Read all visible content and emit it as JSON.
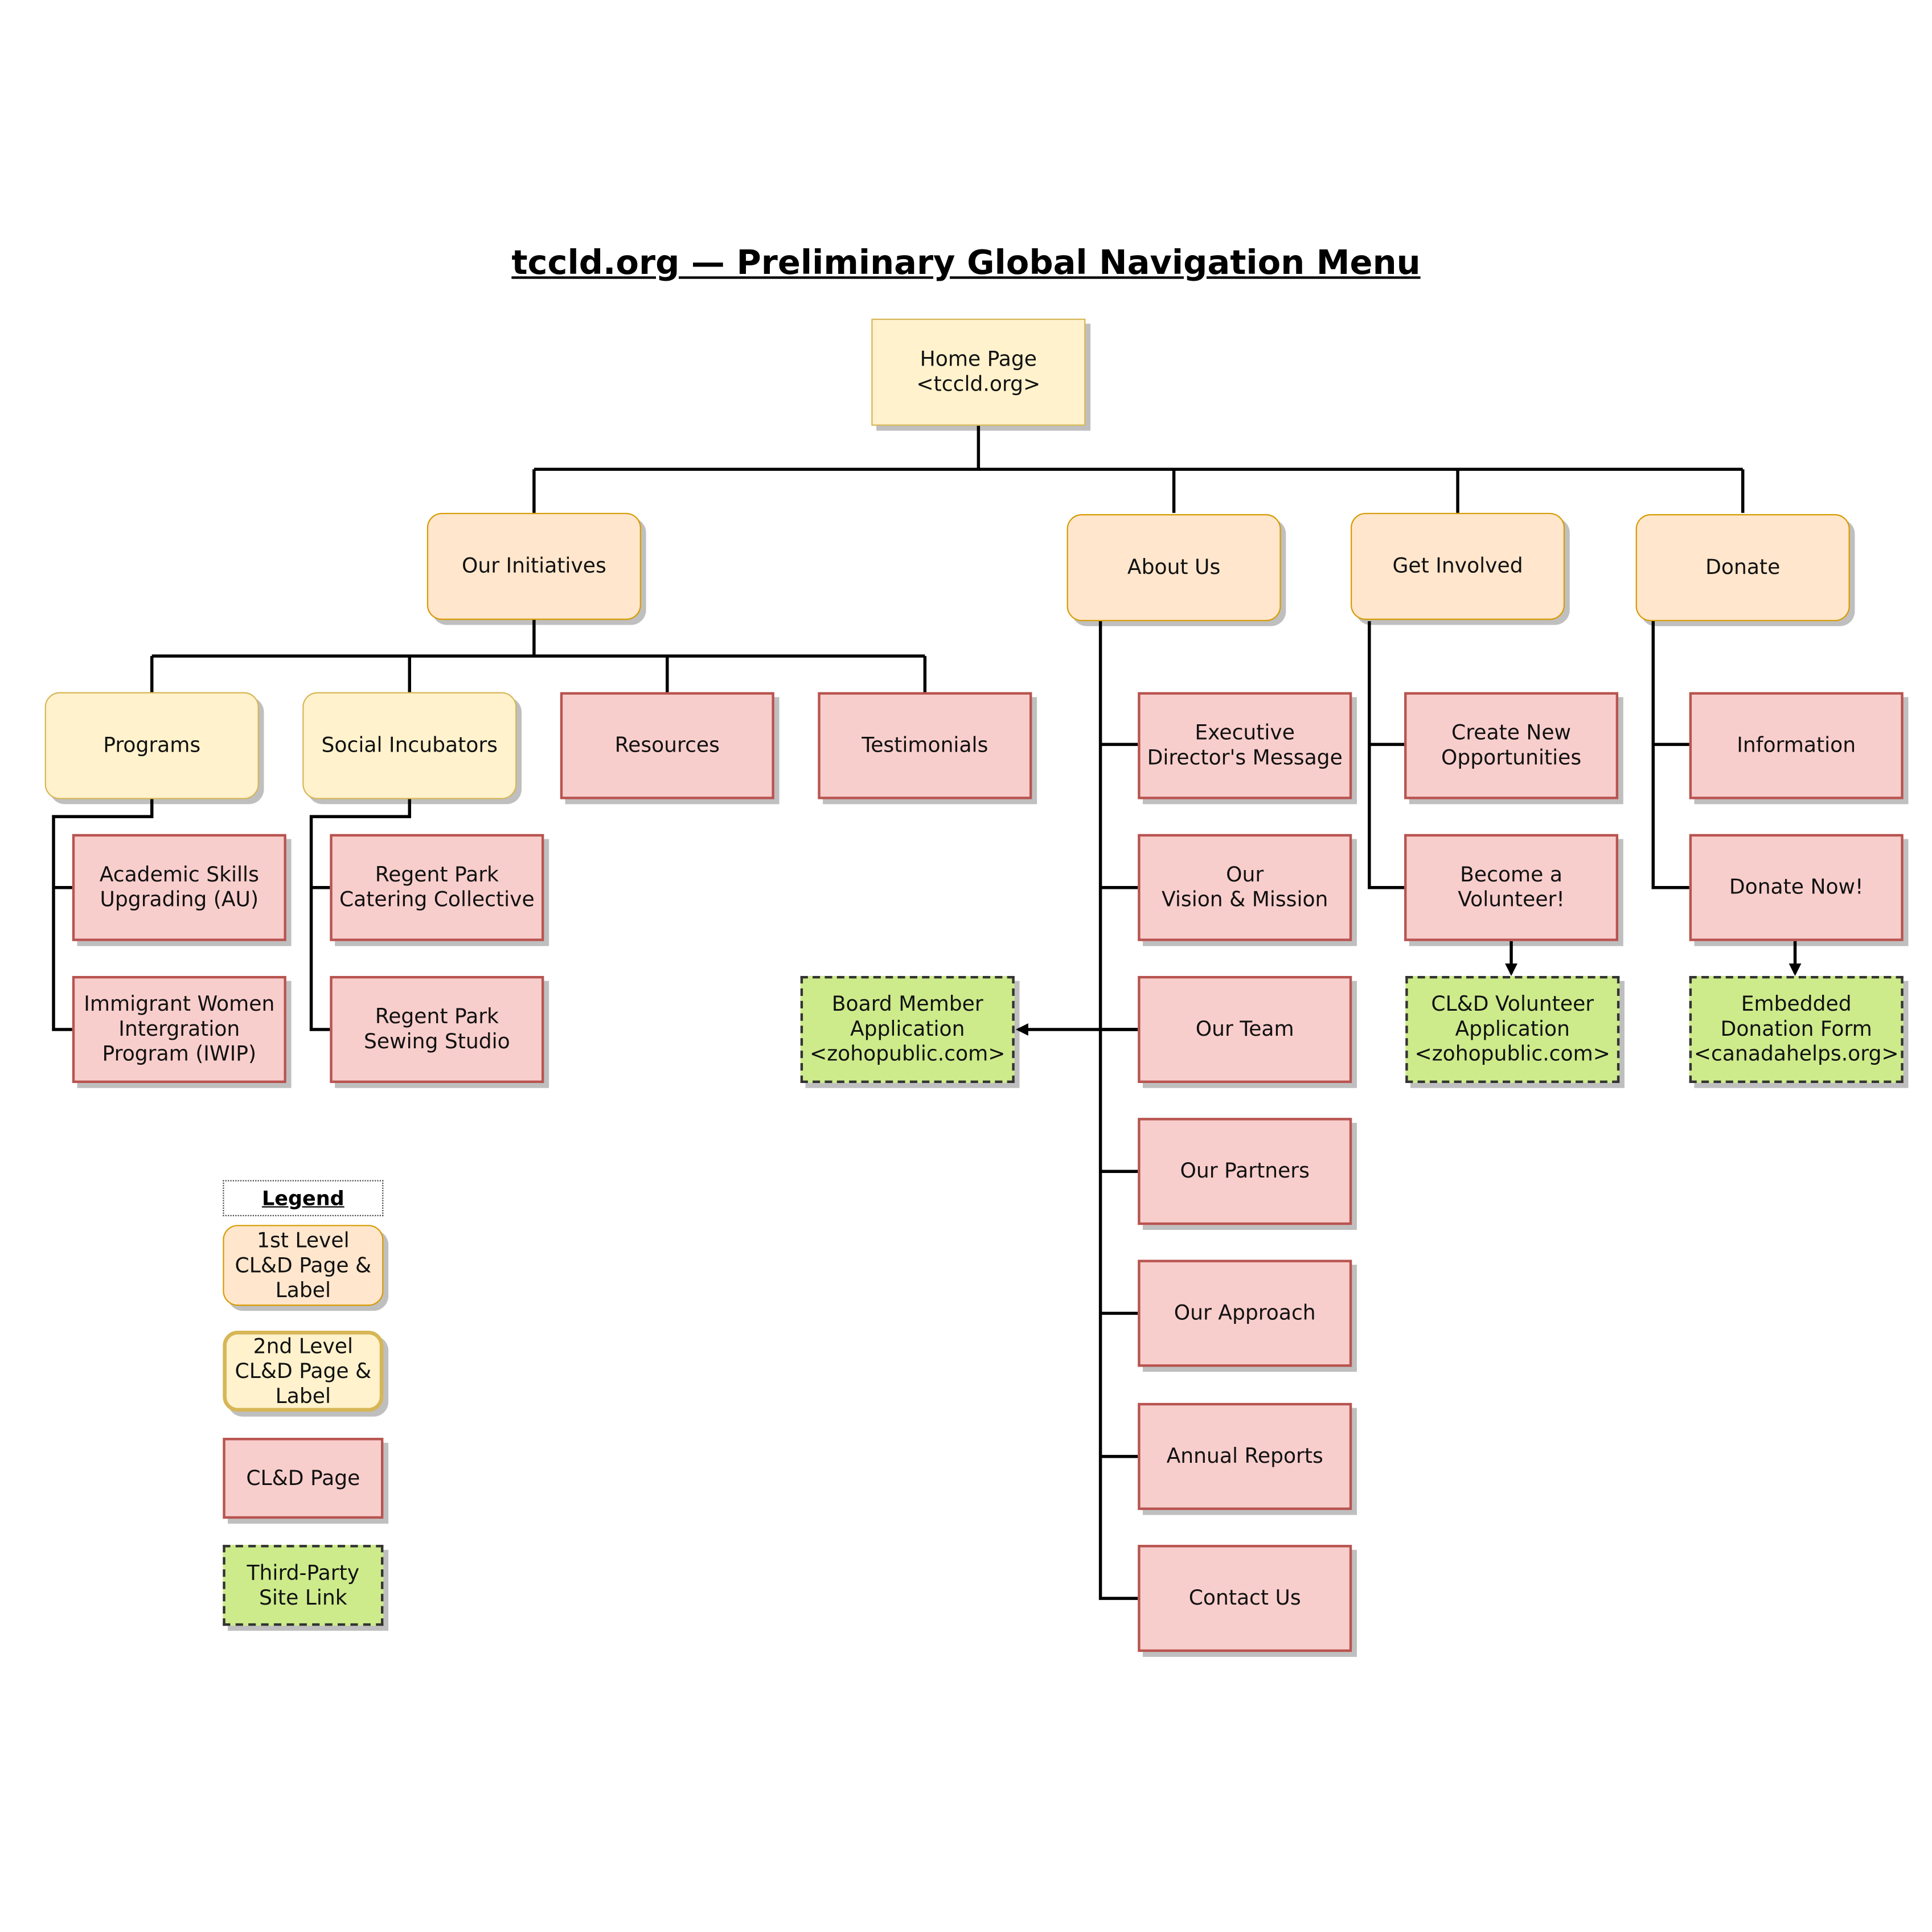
{
  "title": "tccld.org — Preliminary Global Navigation Menu",
  "home": {
    "label": "Home Page\n<tccld.org>"
  },
  "level1": {
    "initiatives": "Our Initiatives",
    "about": "About Us",
    "involved": "Get Involved",
    "donate": "Donate"
  },
  "initiatives": {
    "programs": "Programs",
    "incubators": "Social Incubators",
    "resources": "Resources",
    "testimonials": "Testimonials",
    "programs_children": [
      "Academic Skills\nUpgrading (AU)",
      "Immigrant Women\nIntergration\nProgram (IWIP)"
    ],
    "incubators_children": [
      "Regent Park\nCatering Collective",
      "Regent Park\nSewing Studio"
    ]
  },
  "about_children": [
    "Executive\nDirector's Message",
    "Our\nVision & Mission",
    "Our Team",
    "Our Partners",
    "Our Approach",
    "Annual Reports",
    "Contact Us"
  ],
  "about_external": "Board Member\nApplication\n<zohopublic.com>",
  "involved_children": [
    "Create New\nOpportunities",
    "Become a\nVolunteer!"
  ],
  "involved_external": "CL&D Volunteer\nApplication\n<zohopublic.com>",
  "donate_children": [
    "Information",
    "Donate Now!"
  ],
  "donate_external": "Embedded\nDonation Form\n<canadahelps.org>",
  "legend": {
    "title": "Legend",
    "level1": "1st Level\nCL&D Page &\nLabel",
    "level2": "2nd Level\nCL&D Page &\nLabel",
    "page": "CL&D Page",
    "third_party": "Third-Party\nSite Link"
  },
  "colors": {
    "level1_fill": "#ffe6cc",
    "level1_stroke": "#d79b00",
    "level2_fill": "#fff2cc",
    "level2_stroke": "#d6b656",
    "page_fill": "#f8cecc",
    "page_stroke": "#b85450",
    "third_party_fill": "#cdeb8b",
    "third_party_stroke": "#333333"
  }
}
